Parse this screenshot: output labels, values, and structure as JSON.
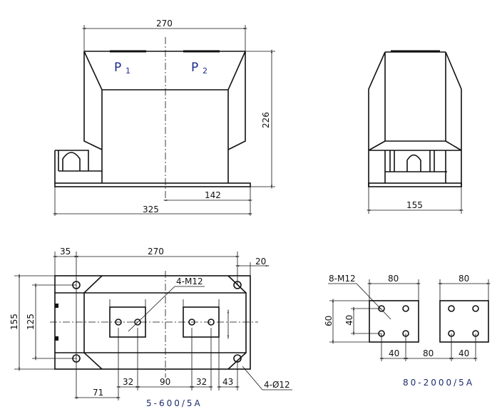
{
  "front_view": {
    "terminal_p1": "P",
    "terminal_p1_sub": "1",
    "terminal_p2": "P",
    "terminal_p2_sub": "2",
    "dims": {
      "top_width": "270",
      "height": "226",
      "offset": "142",
      "base_width": "325"
    }
  },
  "side_view": {
    "dims": {
      "width": "155"
    }
  },
  "bottom_view_small": {
    "title": "5-600/5A",
    "dims": {
      "d35": "35",
      "d270": "270",
      "d20": "20",
      "d155": "155",
      "d125": "125",
      "d32a": "32",
      "d90": "90",
      "d32b": "32",
      "d43": "43",
      "d71": "71"
    },
    "callouts": {
      "bolts": "4-M12",
      "holes": "4-Ø12"
    }
  },
  "bottom_view_large": {
    "title": "80-2000/5A",
    "dims": {
      "w1": "80",
      "w2": "80",
      "h60": "60",
      "h40": "40",
      "s40a": "40",
      "s80": "80",
      "s40b": "40"
    },
    "callouts": {
      "bolts": "8-M12"
    }
  }
}
